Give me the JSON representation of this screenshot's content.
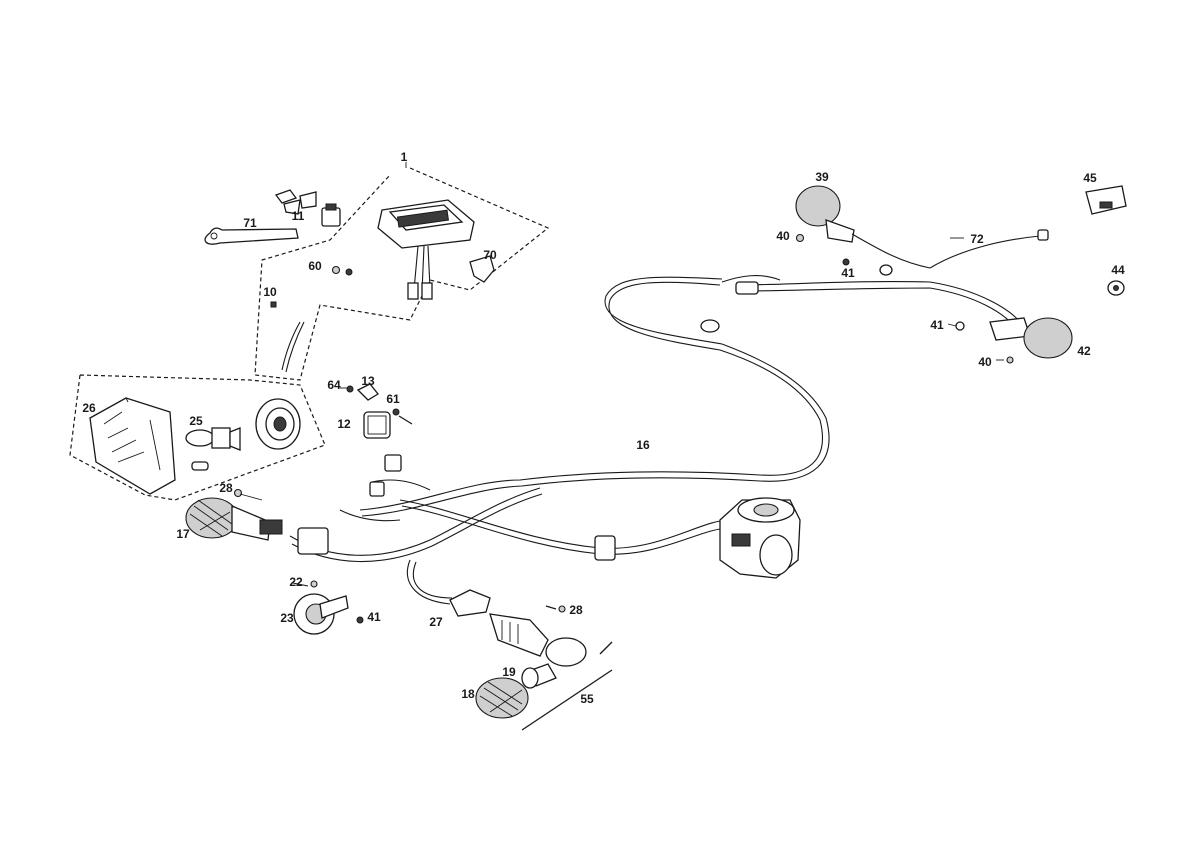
{
  "callouts": [
    {
      "id": "c1",
      "text": "1"
    },
    {
      "id": "c10",
      "text": "10"
    },
    {
      "id": "c11",
      "text": "11"
    },
    {
      "id": "c12",
      "text": "12"
    },
    {
      "id": "c13",
      "text": "13"
    },
    {
      "id": "c16",
      "text": "16"
    },
    {
      "id": "c17",
      "text": "17"
    },
    {
      "id": "c18",
      "text": "18"
    },
    {
      "id": "c19",
      "text": "19"
    },
    {
      "id": "c22",
      "text": "22"
    },
    {
      "id": "c23",
      "text": "23"
    },
    {
      "id": "c25",
      "text": "25"
    },
    {
      "id": "c26",
      "text": "26"
    },
    {
      "id": "c27",
      "text": "27"
    },
    {
      "id": "c28a",
      "text": "28"
    },
    {
      "id": "c28b",
      "text": "28"
    },
    {
      "id": "c39",
      "text": "39"
    },
    {
      "id": "c40a",
      "text": "40"
    },
    {
      "id": "c40b",
      "text": "40"
    },
    {
      "id": "c41a",
      "text": "41"
    },
    {
      "id": "c41b",
      "text": "41"
    },
    {
      "id": "c41c",
      "text": "41"
    },
    {
      "id": "c42",
      "text": "42"
    },
    {
      "id": "c44",
      "text": "44"
    },
    {
      "id": "c45",
      "text": "45"
    },
    {
      "id": "c55",
      "text": "55"
    },
    {
      "id": "c60",
      "text": "60"
    },
    {
      "id": "c61",
      "text": "61"
    },
    {
      "id": "c64",
      "text": "64"
    },
    {
      "id": "c70",
      "text": "70"
    },
    {
      "id": "c71",
      "text": "71"
    },
    {
      "id": "c72",
      "text": "72"
    }
  ]
}
